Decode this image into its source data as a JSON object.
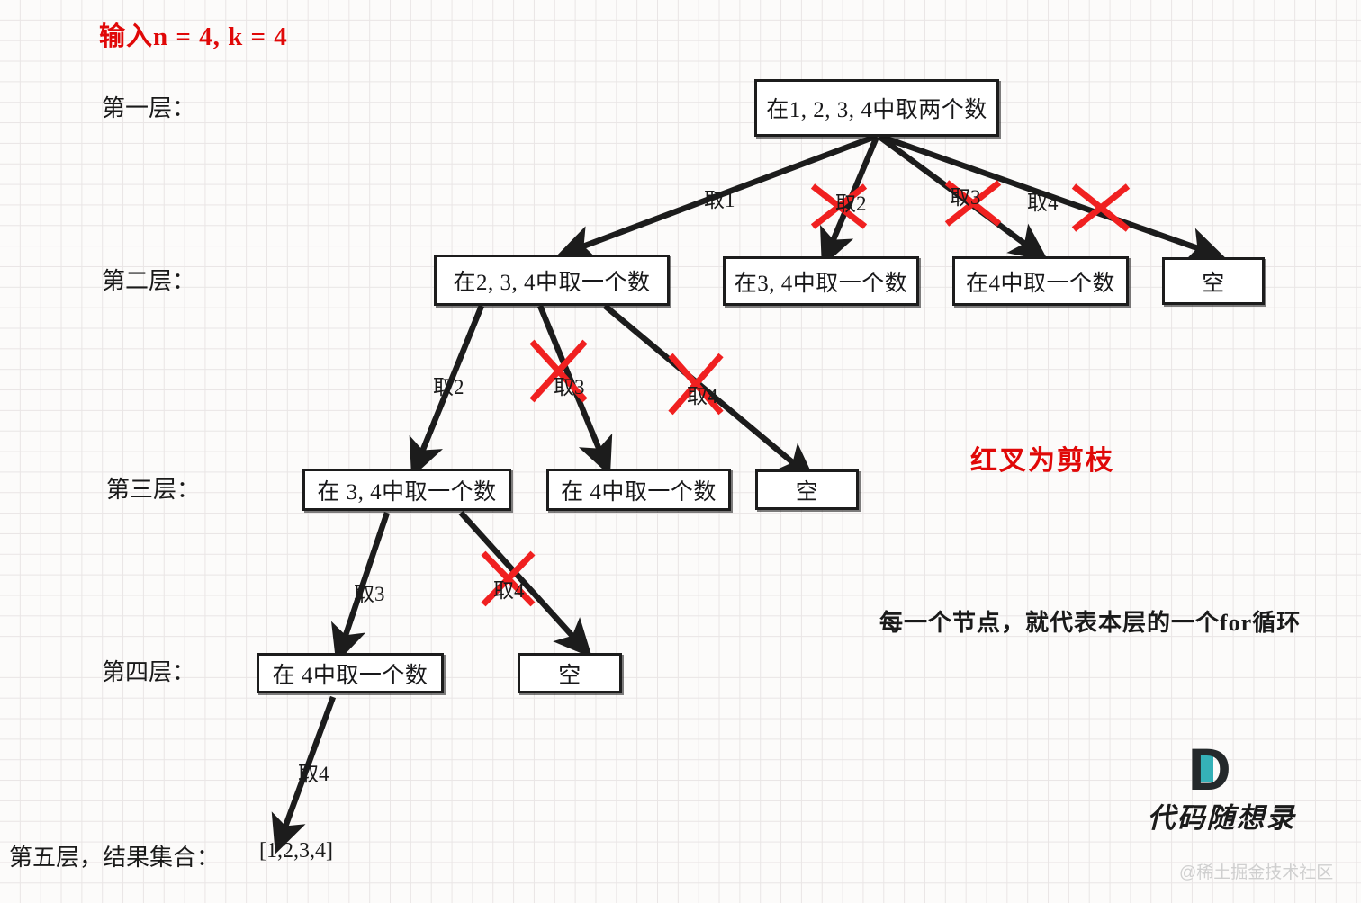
{
  "header": {
    "input_note": "输入n = 4, k = 4",
    "input_note_color": "#e00808"
  },
  "annotations": {
    "prune_legend": "红叉为剪枝",
    "prune_legend_color": "#e00808",
    "node_meaning": "每一个节点，就代表本层的一个for循环"
  },
  "layers": [
    {
      "label": "第一层："
    },
    {
      "label": "第二层："
    },
    {
      "label": "第三层："
    },
    {
      "label": "第四层："
    },
    {
      "label": "第五层，结果集合："
    }
  ],
  "nodes": [
    {
      "id": "root",
      "text": "在1, 2, 3, 4中取两个数",
      "layer": 1,
      "pruned": false
    },
    {
      "id": "l2n1",
      "text": "在2, 3, 4中取一个数",
      "layer": 2,
      "pruned": false
    },
    {
      "id": "l2n2",
      "text": "在3, 4中取一个数",
      "layer": 2,
      "pruned": true
    },
    {
      "id": "l2n3",
      "text": "在4中取一个数",
      "layer": 2,
      "pruned": true
    },
    {
      "id": "l2n4",
      "text": "空",
      "layer": 2,
      "pruned": true
    },
    {
      "id": "l3n1",
      "text": "在 3, 4中取一个数",
      "layer": 3,
      "pruned": false
    },
    {
      "id": "l3n2",
      "text": "在 4中取一个数",
      "layer": 3,
      "pruned": true
    },
    {
      "id": "l3n3",
      "text": "空",
      "layer": 3,
      "pruned": true
    },
    {
      "id": "l4n1",
      "text": "在 4中取一个数",
      "layer": 4,
      "pruned": false
    },
    {
      "id": "l4n2",
      "text": "空",
      "layer": 4,
      "pruned": true
    }
  ],
  "edges": [
    {
      "from": "root",
      "to": "l2n1",
      "label": "取1",
      "pruned": false
    },
    {
      "from": "root",
      "to": "l2n2",
      "label": "取2",
      "pruned": true
    },
    {
      "from": "root",
      "to": "l2n3",
      "label": "取3",
      "pruned": true
    },
    {
      "from": "root",
      "to": "l2n4",
      "label": "取4",
      "pruned": true
    },
    {
      "from": "l2n1",
      "to": "l3n1",
      "label": "取2",
      "pruned": false
    },
    {
      "from": "l2n1",
      "to": "l3n2",
      "label": "取3",
      "pruned": true
    },
    {
      "from": "l2n1",
      "to": "l3n3",
      "label": "取4",
      "pruned": true
    },
    {
      "from": "l3n1",
      "to": "l4n1",
      "label": "取3",
      "pruned": false
    },
    {
      "from": "l3n1",
      "to": "l4n2",
      "label": "取4",
      "pruned": true
    },
    {
      "from": "l4n1",
      "to": "result",
      "label": "取4",
      "pruned": false
    }
  ],
  "result": {
    "value": "[1,2,3,4]"
  },
  "branding": {
    "logo_letter": "D",
    "logo_text": "代码随想录",
    "watermark": "@稀土掘金技术社区"
  }
}
